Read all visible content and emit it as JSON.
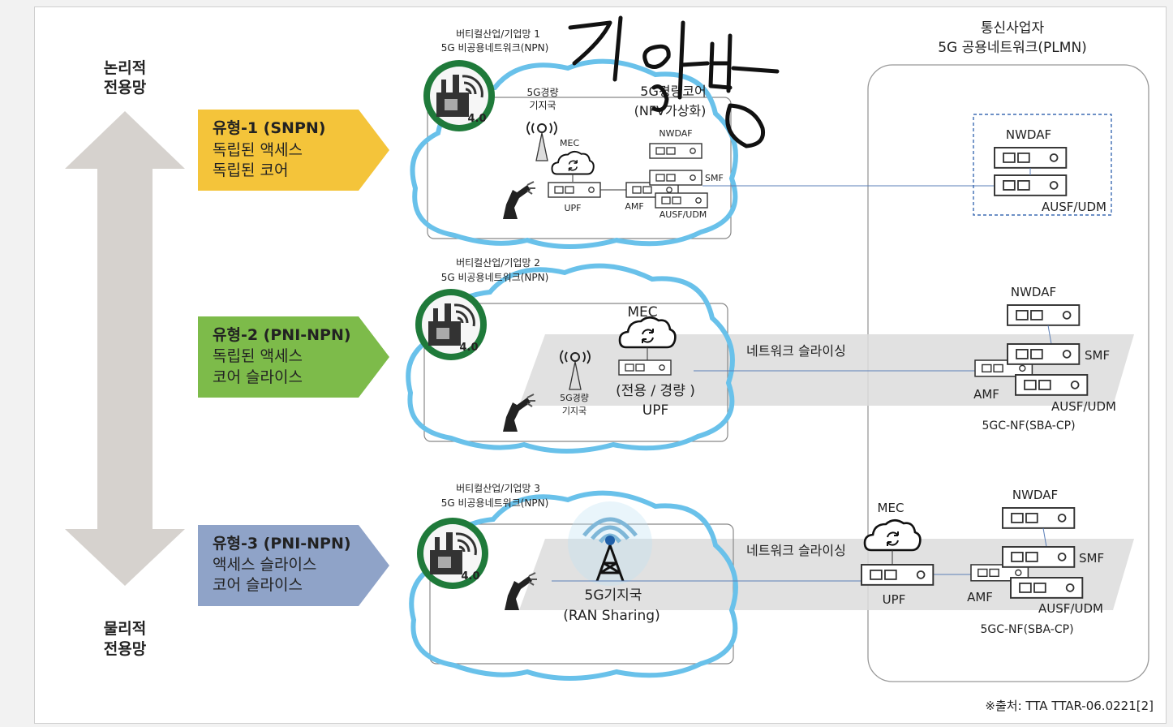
{
  "axis": {
    "top_label": [
      "논리적",
      "전용망"
    ],
    "bottom_label": [
      "물리적",
      "전용망"
    ]
  },
  "types": [
    {
      "title": "유형-1 (SNPN)",
      "line1": "독립된 액세스",
      "line2": "독립된 코어",
      "color": "#f4c43a"
    },
    {
      "title": "유형-2 (PNI-NPN)",
      "line1": "독립된 액세스",
      "line2": "코어 슬라이스",
      "color": "#7dbb4a"
    },
    {
      "title": "유형-3 (PNI-NPN)",
      "line1": "액세스 슬라이스",
      "line2": "코어 슬라이스",
      "color": "#8fa3c8"
    }
  ],
  "clouds": [
    {
      "caption1": "버티컬산업/기업망 1",
      "caption2": "5G 비공용네트워크(NPN)"
    },
    {
      "caption1": "버티컬산업/기업망 2",
      "caption2": "5G 비공용네트워크(NPN)"
    },
    {
      "caption1": "버티컬산업/기업망 3",
      "caption2": "5G 비공용네트워크(NPN)"
    }
  ],
  "factory_badge_number": "4.0",
  "npn1": {
    "bs_label": [
      "5G경량",
      "기지국"
    ],
    "core_label": [
      "5G경량코어",
      "(NFV가상화)"
    ],
    "mec": "MEC",
    "upf": "UPF",
    "amf": "AMF",
    "nwdaf": "NWDAF",
    "smf": "SMF",
    "ausf": "AUSF/UDM"
  },
  "npn2": {
    "mec": "MEC",
    "bs_label": [
      "5G경량",
      "기지국"
    ],
    "upf_label": [
      "(전용 / 경량 )",
      "UPF"
    ]
  },
  "npn3": {
    "bs_label": [
      "5G기지국",
      "(RAN Sharing)"
    ]
  },
  "slice_label": "네트워크 슬라이싱",
  "plmn": {
    "title1": "통신사업자",
    "title2": "5G 공용네트워크(PLMN)",
    "row1": {
      "nwdaf": "NWDAF",
      "ausf": "AUSF/UDM"
    },
    "row2": {
      "nwdaf": "NWDAF",
      "smf": "SMF",
      "amf": "AMF",
      "ausf": "AUSF/UDM",
      "group": "5GC-NF(SBA-CP)"
    },
    "row3": {
      "mec": "MEC",
      "upf": "UPF",
      "nwdaf": "NWDAF",
      "smf": "SMF",
      "amf": "AMF",
      "ausf": "AUSF/UDM",
      "group": "5GC-NF(SBA-CP)"
    }
  },
  "source": "※출처: TTA TTAR-06.0221[2]"
}
